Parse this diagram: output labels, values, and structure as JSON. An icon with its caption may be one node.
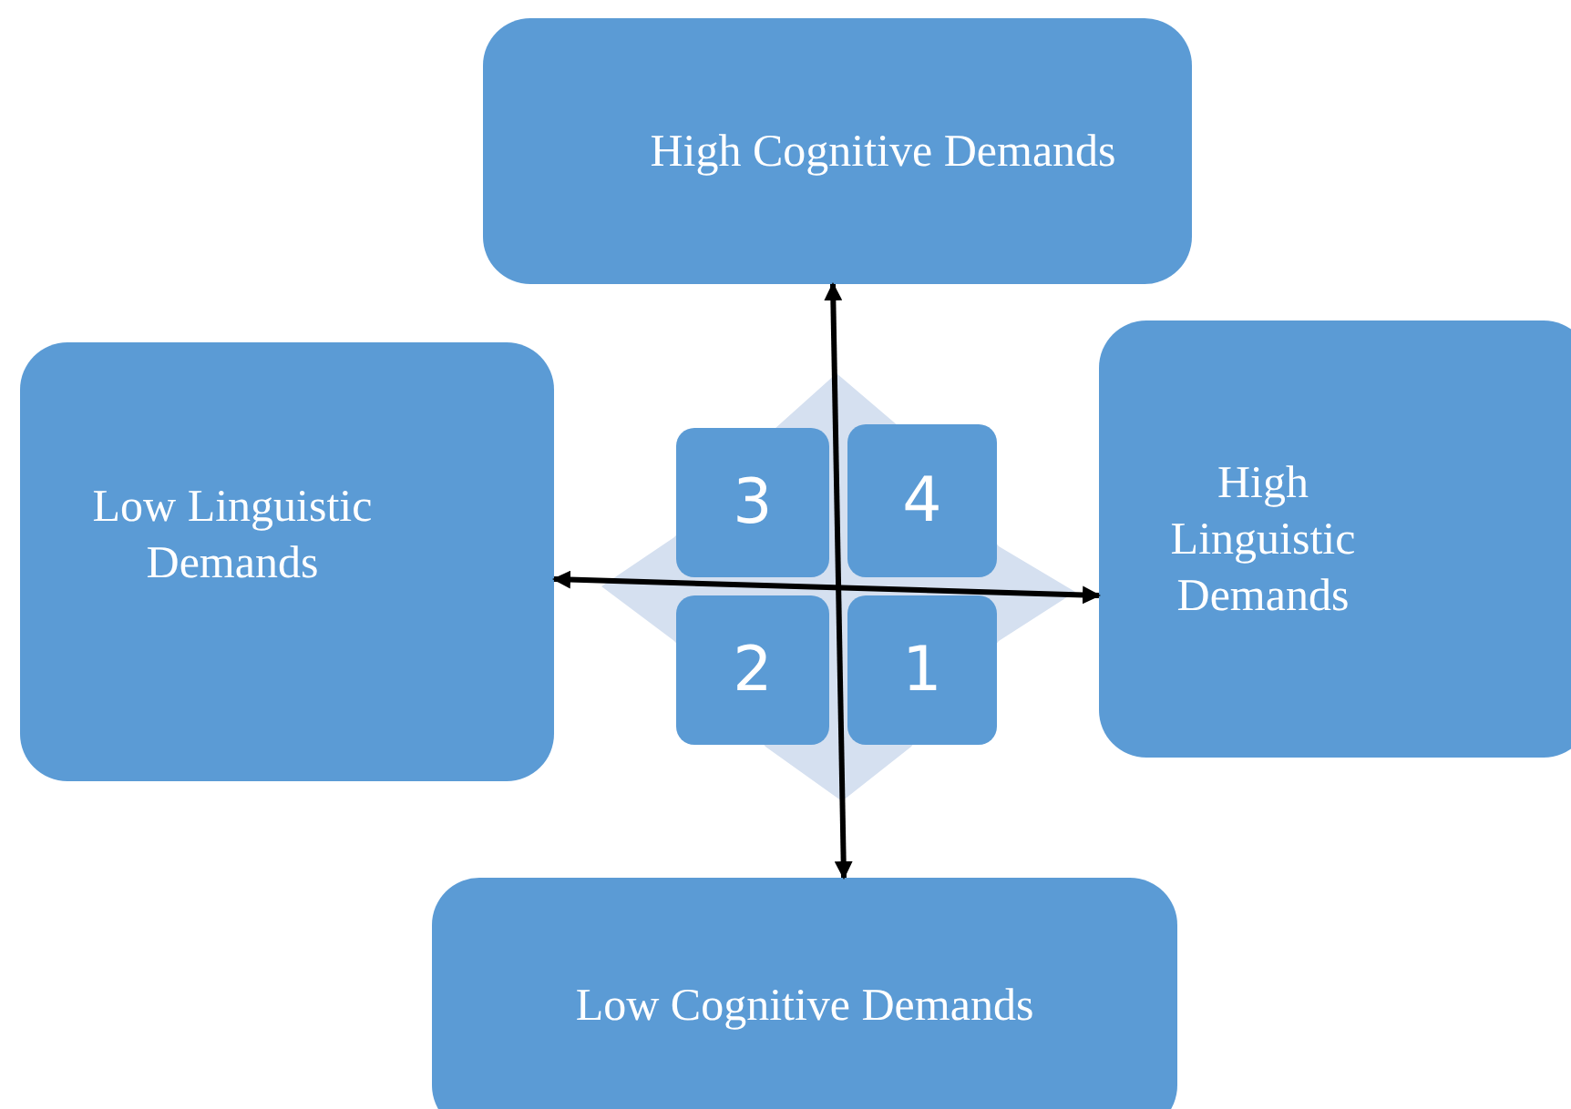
{
  "diagram": {
    "nodes": [
      {
        "text": [
          "High Cognitive Demands"
        ]
      },
      {
        "text": [
          "Low Linguistic Demands"
        ]
      },
      {
        "text": [
          "High Linguistic Demands"
        ]
      },
      {
        "text": [
          "3"
        ]
      },
      {
        "text": [
          "4"
        ]
      },
      {
        "text": [
          "2"
        ]
      },
      {
        "text": [
          "1"
        ]
      },
      {
        "text": [
          "Low Cognitive Demands"
        ]
      }
    ],
    "edges": [
      {
        "from": 0,
        "to": 7,
        "arrow": "both"
      },
      {
        "from": 1,
        "to": 2,
        "arrow": "both"
      }
    ]
  }
}
